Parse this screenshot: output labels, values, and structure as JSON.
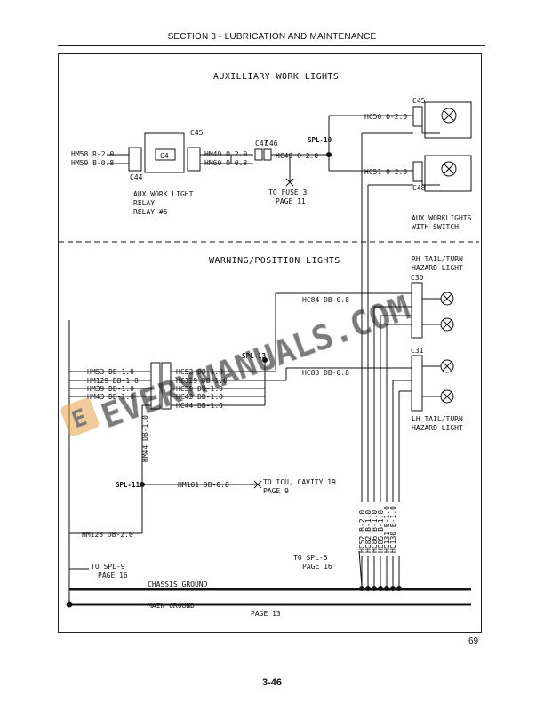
{
  "header": {
    "title": "SECTION 3 - LUBRICATION AND MAINTENANCE"
  },
  "footer": {
    "page_ref": "69",
    "page_number": "3-46"
  },
  "diagram": {
    "title_aux": "AUXILLIARY WORK LIGHTS",
    "title_warning": "WARNING/POSITION LIGHTS",
    "aux": {
      "hm58": "HM58 R-2.0",
      "hm59": "HM59 B-0.8",
      "hm49": "HM49 O-2.0",
      "hm60": "HM60 O-0.8",
      "hc49": "HC49 O-2.0",
      "spl10": "SPL-10",
      "hc50": "HC50 O-2.0",
      "hc51": "HC51 O-2.0",
      "c44": "C44",
      "c45": "C45",
      "c47": "C47",
      "c46": "C46",
      "c48": "C48",
      "c4": "C4",
      "relay_line1": "AUX WORK LIGHT",
      "relay_line2": "RELAY",
      "relay_line3": "RELAY #5",
      "fuse_line1": "TO FUSE 3",
      "fuse_line2": "PAGE 11",
      "worklights_line1": "AUX WORKLIGHTS",
      "worklights_line2": "WITH SWITCH"
    },
    "warning": {
      "rh_line1": "RH TAIL/TURN",
      "rh_line2": "HAZARD LIGHT",
      "lh_line1": "LH TAIL/TURN",
      "lh_line2": "HAZARD LIGHT",
      "c30": "C30",
      "c31": "C31",
      "hc84": "HC84 DB-0.8",
      "hc83": "HC83 DB-0.8",
      "spl13": "SPL-13",
      "hm53": "HM53 DB-1.0",
      "hm129": "HM129 DB-1.0",
      "hm39": "HM39 DB-1.0",
      "hm43": "HM43 DB-1.0",
      "hc53": "HC53 DB-1.0",
      "hc129": "HC129 DB-1.0",
      "hc39": "HC39 DB-1.0",
      "hc43": "HC43 DB-1.0",
      "hc44": "HC44 DB-1.0",
      "hm44": "HM44 DB-1.0",
      "spl11": "SPL-11",
      "hm101": "HM101 DB-0.8",
      "icu_line1": "TO ICU, CAVITY 19",
      "icu_line2": "PAGE 9",
      "hm128": "HM128 DB-2.0",
      "spl9_line1": "TO SPL-9",
      "spl9_line2": "PAGE 16",
      "spl5_line1": "TO SPL-5",
      "spl5_line2": "PAGE 16",
      "chassis_ground": "CHASSIS GROUND",
      "main_ground": "MAIN GROUND",
      "page13": "PAGE 13",
      "vertical_wires": [
        "HC52 B-2.0",
        "HC82 B-1.0",
        "HC86 B-1.0",
        "HC85 B-1.0",
        "HC131 B-1.0",
        "HC130 B-1.0"
      ]
    }
  },
  "watermark": {
    "text": "EVERYMANUALS.COM",
    "badge_letter": "E"
  },
  "colors": {
    "ink": "#111111",
    "watermark_fill": "#cfcfcf",
    "badge": "#e6a24a"
  }
}
